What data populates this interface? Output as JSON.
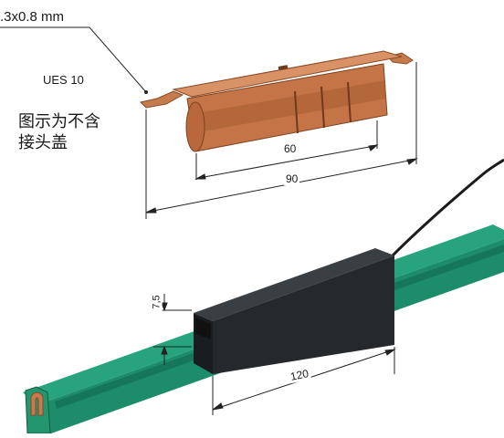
{
  "labels": {
    "thickness": ".3x0.8 mm",
    "model": "UES 10",
    "note": "图示为不含接头盖"
  },
  "dimensions": {
    "inner_width": "60",
    "clip_length": "90",
    "cover_length": "120",
    "cover_height": "7,5"
  },
  "colors": {
    "copper": "#c77a4e",
    "copper_dark": "#8a4a26",
    "rail": "#1f9c78",
    "rail_dark": "#15725a",
    "cover": "#25292c",
    "cable": "#1b1b1b"
  }
}
